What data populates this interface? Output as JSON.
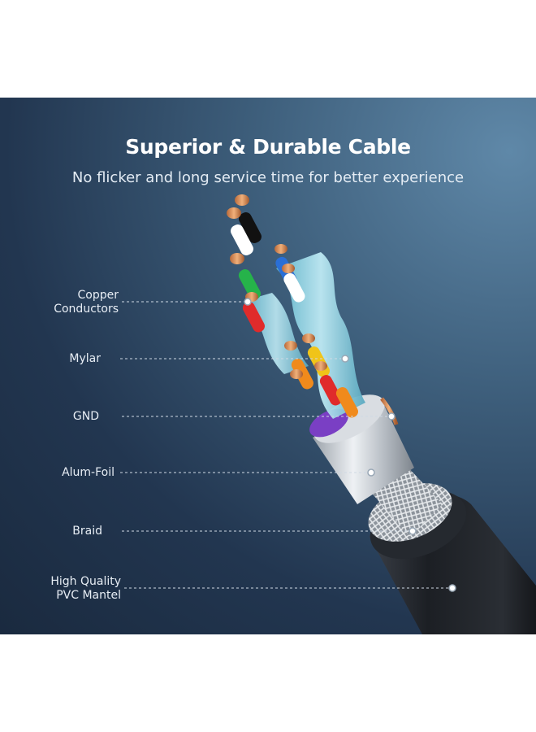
{
  "heading": {
    "title": "Superior & Durable Cable",
    "subtitle": "No flicker and long service time for better experience"
  },
  "layers": [
    {
      "line1": "Copper",
      "line2": "Conductors"
    },
    {
      "line1": "Mylar"
    },
    {
      "line1": "GND"
    },
    {
      "line1": "Alum-Foil"
    },
    {
      "line1": "Braid"
    },
    {
      "line1": "High Quality",
      "line2": "PVC Mantel"
    }
  ],
  "colors": {
    "background_light": "#5f88a8",
    "background_dark": "#1a2a3f",
    "text": "#ffffff",
    "jacket": "#1c1f24",
    "foil": "#c9ced4",
    "mylar": "#8fd3e6",
    "wire_colors": [
      "#111111",
      "#ffffff",
      "#2a6fd6",
      "#26b34a",
      "#e02b2b",
      "#f0c419",
      "#f08a1c",
      "#7a3fc4"
    ]
  }
}
